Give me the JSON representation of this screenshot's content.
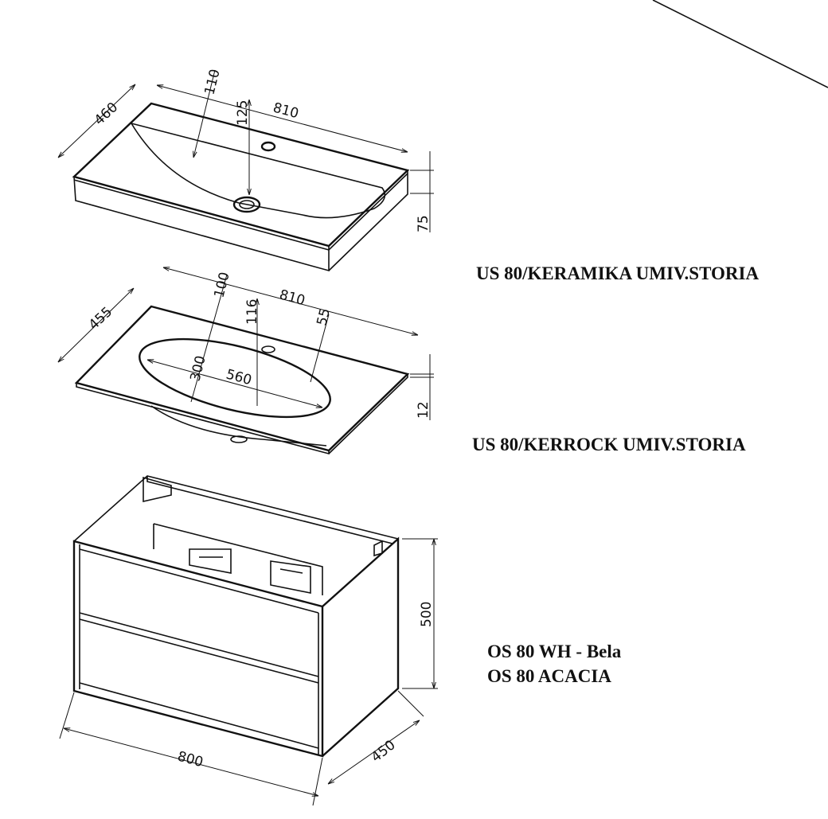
{
  "products": {
    "ceramic_basin": {
      "name": "US 80/KERAMIKA UMIV.STORIA",
      "dims": {
        "depth": "460",
        "width": "810",
        "tap_offset": "110",
        "drain_offset": "125",
        "height": "75"
      }
    },
    "kerrock_basin": {
      "name": "US 80/KERROCK UMIV.STORIA",
      "dims": {
        "depth": "455",
        "width": "810",
        "tap_offset": "100",
        "drain_offset": "116",
        "bowl_edge": "55",
        "bowl_depth": "300",
        "bowl_width": "560",
        "thickness": "12"
      }
    },
    "cabinet": {
      "names": [
        "OS 80 WH - Bela",
        "OS 80 ACACIA"
      ],
      "dims": {
        "height": "500",
        "width": "800",
        "depth": "450"
      }
    }
  }
}
